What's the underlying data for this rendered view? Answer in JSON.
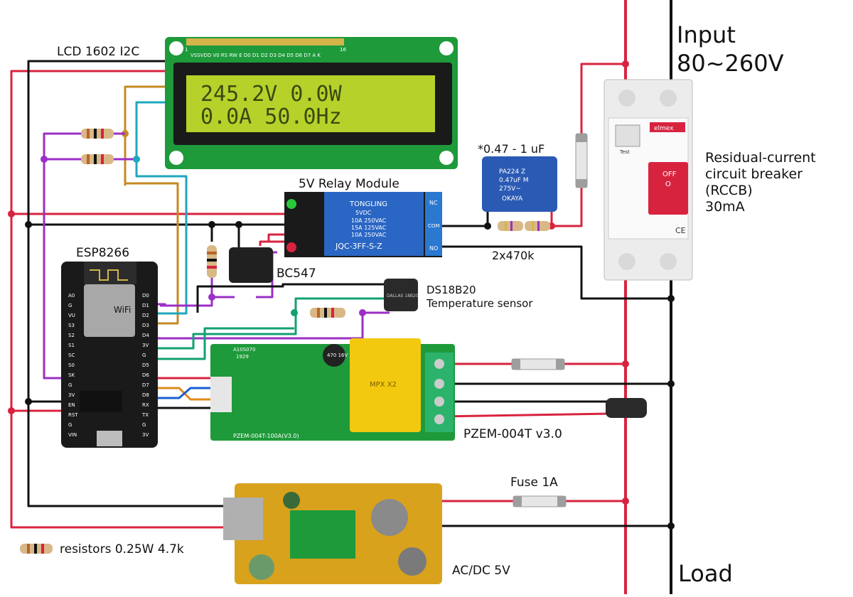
{
  "colors": {
    "wire_black": "#111111",
    "wire_red": "#d8233f",
    "wire_brown": "#c48a23",
    "wire_cyan": "#1ea7be",
    "wire_purple": "#9b2fc7",
    "wire_green": "#12a073",
    "wire_blue": "#1a5fd1",
    "wire_orange": "#e08a1a",
    "pcb_green": "#1e9a3a",
    "lcd_screen": "#b6d22a",
    "relay_blue": "#2a66c4",
    "esp_board": "#1a1a1a",
    "pzem_case": "#f2c90f",
    "acdc_board": "#d8a21c"
  },
  "labels": {
    "input_line1": "Input",
    "input_line2": "80~260V",
    "load": "Load",
    "lcd_name": "LCD 1602 I2C",
    "relay_name": "5V Relay Module",
    "esp_name": "ESP8266",
    "bc547": "BC547",
    "ds18b20_line1": "DS18B20",
    "ds18b20_line2": "Temperature sensor",
    "capacitor": "*0.47 - 1 uF",
    "resistor_pair": "2x470k",
    "rccb_line1": "Residual-current",
    "rccb_line2": "circuit breaker",
    "rccb_line3": "(RCCB)",
    "rccb_line4": "30mA",
    "pzem_name": "PZEM-004T v3.0",
    "fuse": "Fuse 1A",
    "acdc": "AC/DC 5V",
    "resistors_legend": "resistors 0.25W 4.7k"
  },
  "lcd": {
    "line1": "245.2V 0.0W",
    "line2": "0.0A 50.0Hz",
    "header_pins": "VSSVDD V0 RS RW E D0 D1 D2 D3 D4 D5 D6 D7 A K",
    "pin_num_1": "1",
    "pin_num_16": "16"
  },
  "relay": {
    "brand": "TONGLING",
    "coil": "5VDC",
    "rating1": "10A 250VAC",
    "rating2": "15A 125VAC",
    "rating3": "10A 250VAC",
    "model": "JQC-3FF-S-Z",
    "term_nc": "NC",
    "term_com": "COM",
    "term_no": "NO"
  },
  "esp": {
    "chip": "WiFi",
    "left_pins": [
      "A0",
      "G",
      "VU",
      "S3",
      "S2",
      "S1",
      "SC",
      "S0",
      "SK",
      "G",
      "3V",
      "EN",
      "RST",
      "G",
      "VIN"
    ],
    "right_pins": [
      "D0",
      "D1",
      "D2",
      "D3",
      "D4",
      "3V",
      "G",
      "D5",
      "D6",
      "D7",
      "D8",
      "RX",
      "TX",
      "G",
      "3V"
    ]
  },
  "cap_marking": {
    "line1": "PA224 Z",
    "line2": "0.47uF M",
    "line3": "275V~",
    "line4": "OKAYA"
  },
  "rccb_marking": {
    "brand": "elmex",
    "button": "Test",
    "off": "OFF",
    "zero": "O",
    "ce": "CE"
  },
  "pzem_marking": {
    "board_id": "A10S070",
    "date": "1929",
    "model": "PZEM-004T-100A(V3.0)",
    "cap": "470 16V",
    "yellow_cap": "MPX X2"
  },
  "ds18b20_marking": "DALLAS 18B20"
}
